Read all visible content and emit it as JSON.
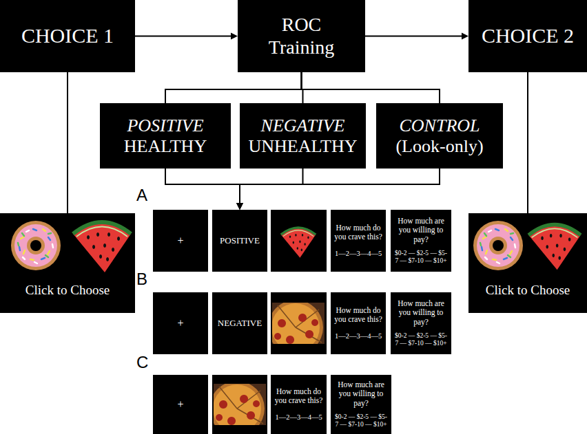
{
  "diagram": {
    "nodes": [
      {
        "text": [
          "CHOICE 1"
        ]
      },
      {
        "text": [
          "ROC Training"
        ]
      },
      {
        "text": [
          "CHOICE 2"
        ]
      },
      {
        "text": [
          "POSITIVE",
          "HEALTHY"
        ]
      },
      {
        "text": [
          "NEGATIVE",
          "UNHEALTHY"
        ]
      },
      {
        "text": [
          "CONTROL",
          "(Look-only)"
        ]
      },
      {
        "text": [
          "Click to Choose"
        ]
      },
      {
        "text": [
          "Click to Choose"
        ]
      },
      {
        "text": [
          "+"
        ]
      },
      {
        "text": [
          "POSITIVE"
        ]
      },
      {
        "text": [
          "How much do you crave this?",
          "1—2—3—4—5"
        ]
      },
      {
        "text": [
          "How much are you willing to pay?",
          "$0-2 — $2-5 — $5-7 — $7-10 — $10+"
        ]
      },
      {
        "text": [
          "+"
        ]
      },
      {
        "text": [
          "NEGATIVE"
        ]
      },
      {
        "text": [
          "How much do you crave this?",
          "1—2—3—4—5"
        ]
      },
      {
        "text": [
          "How much are you willing to pay?",
          "$0-2 — $2-5 — $5-7 — $7-10 — $10+"
        ]
      },
      {
        "text": [
          "+"
        ]
      },
      {
        "text": [
          "How much do you crave this?",
          "1—2—3—4—5"
        ]
      },
      {
        "text": [
          "How much are you willing to pay?",
          "$0-2 — $2-5 — $5-7 — $7-10 — $10+"
        ]
      }
    ],
    "edges": [
      {
        "from": 0,
        "to": 1,
        "arrow": "to"
      },
      {
        "from": 1,
        "to": 2,
        "arrow": "to"
      },
      {
        "from": 1,
        "to": 3,
        "arrow": "none"
      },
      {
        "from": 1,
        "to": 4,
        "arrow": "none"
      },
      {
        "from": 1,
        "to": 5,
        "arrow": "none"
      },
      {
        "from": 3,
        "to": 9,
        "arrow": "to"
      },
      {
        "from": 4,
        "to": 9,
        "arrow": "to"
      },
      {
        "from": 5,
        "to": 9,
        "arrow": "to"
      },
      {
        "from": 0,
        "to": 6,
        "arrow": "none"
      },
      {
        "from": 2,
        "to": 7,
        "arrow": "none"
      }
    ],
    "labels": [
      "A",
      "B",
      "C"
    ]
  }
}
